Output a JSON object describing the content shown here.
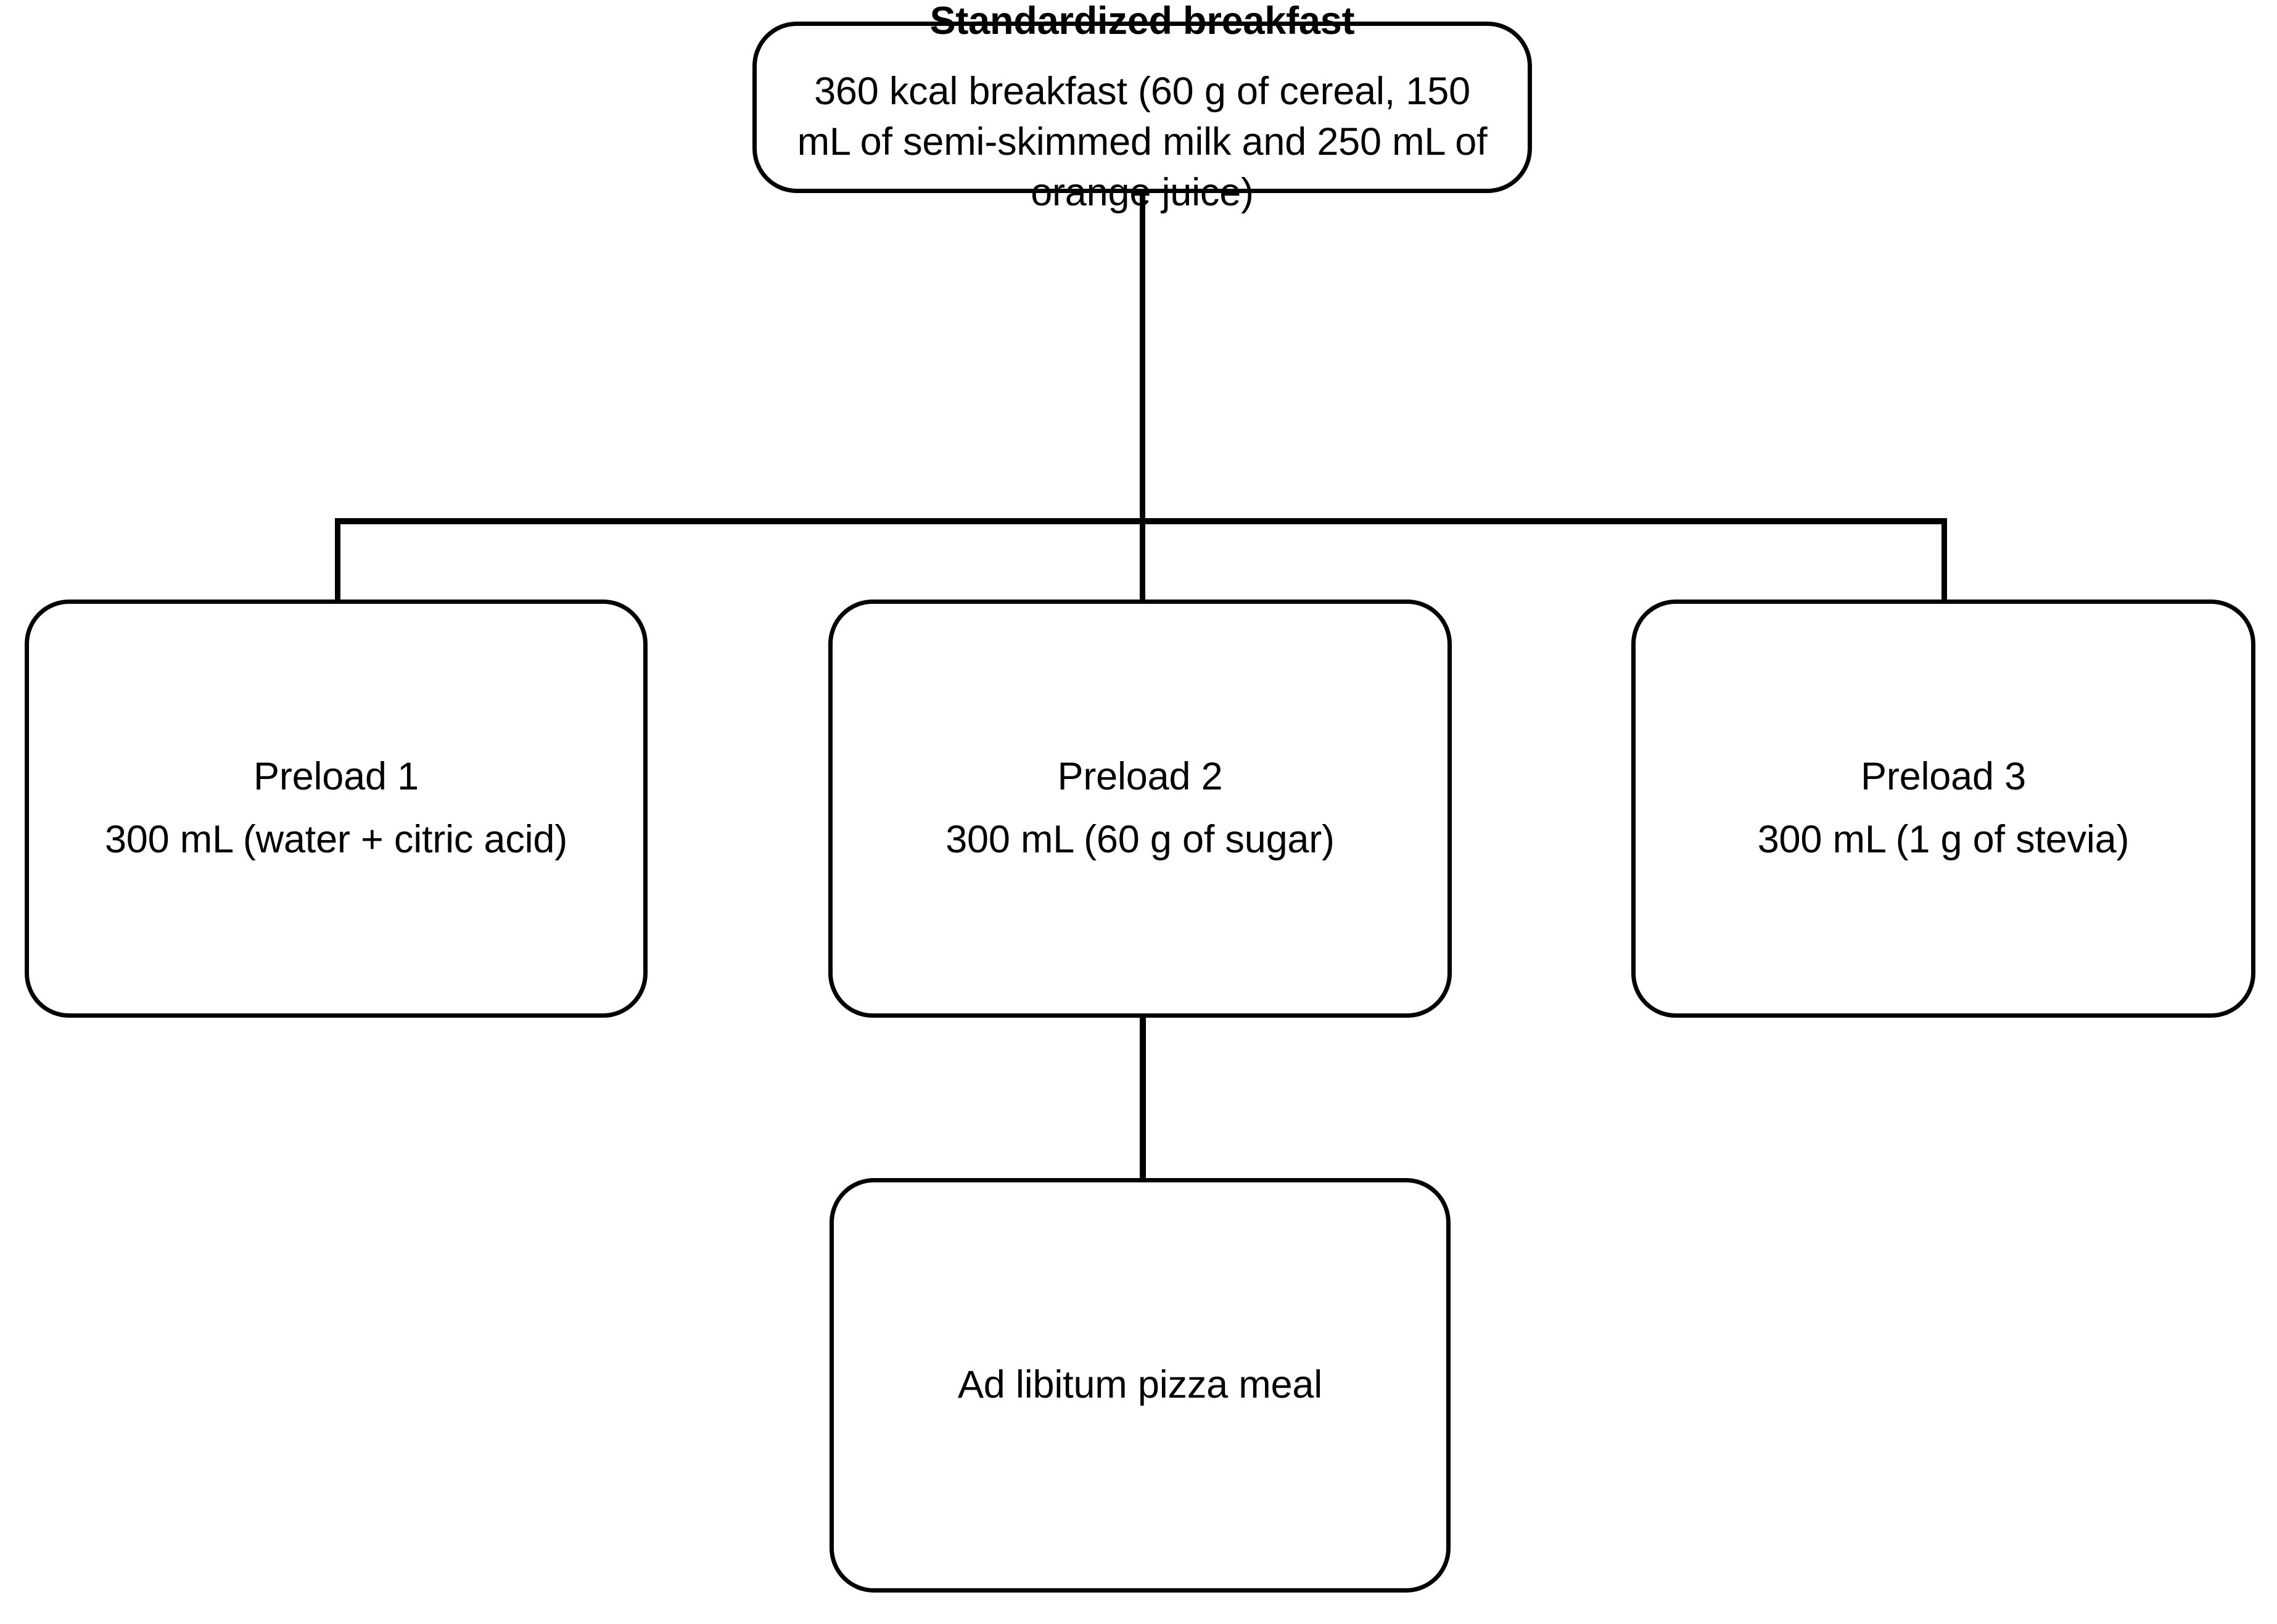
{
  "diagram": {
    "type": "flowchart",
    "orientation": "top-down",
    "nodes": {
      "breakfast": {
        "title": "Standardized breakfast",
        "body": "360 kcal breakfast (60 g of cereal, 150 mL of semi-skimmed milk and 250 mL of orange juice)"
      },
      "preload_1": {
        "title": "Preload 1",
        "body": "300 mL (water + citric acid)"
      },
      "preload_2": {
        "title": "Preload 2",
        "body": "300 mL (60 g of sugar)"
      },
      "preload_3": {
        "title": "Preload 3",
        "body": "300 mL (1 g of stevia)"
      },
      "pizza": {
        "title": "Ad libitum pizza meal"
      }
    },
    "edges": [
      {
        "from": "breakfast",
        "to": "preload_1"
      },
      {
        "from": "breakfast",
        "to": "preload_2"
      },
      {
        "from": "breakfast",
        "to": "preload_3"
      },
      {
        "from": "preload_2",
        "to": "pizza"
      }
    ],
    "colors": {
      "stroke": "#000000",
      "fill": "#ffffff",
      "text": "#000000"
    }
  }
}
